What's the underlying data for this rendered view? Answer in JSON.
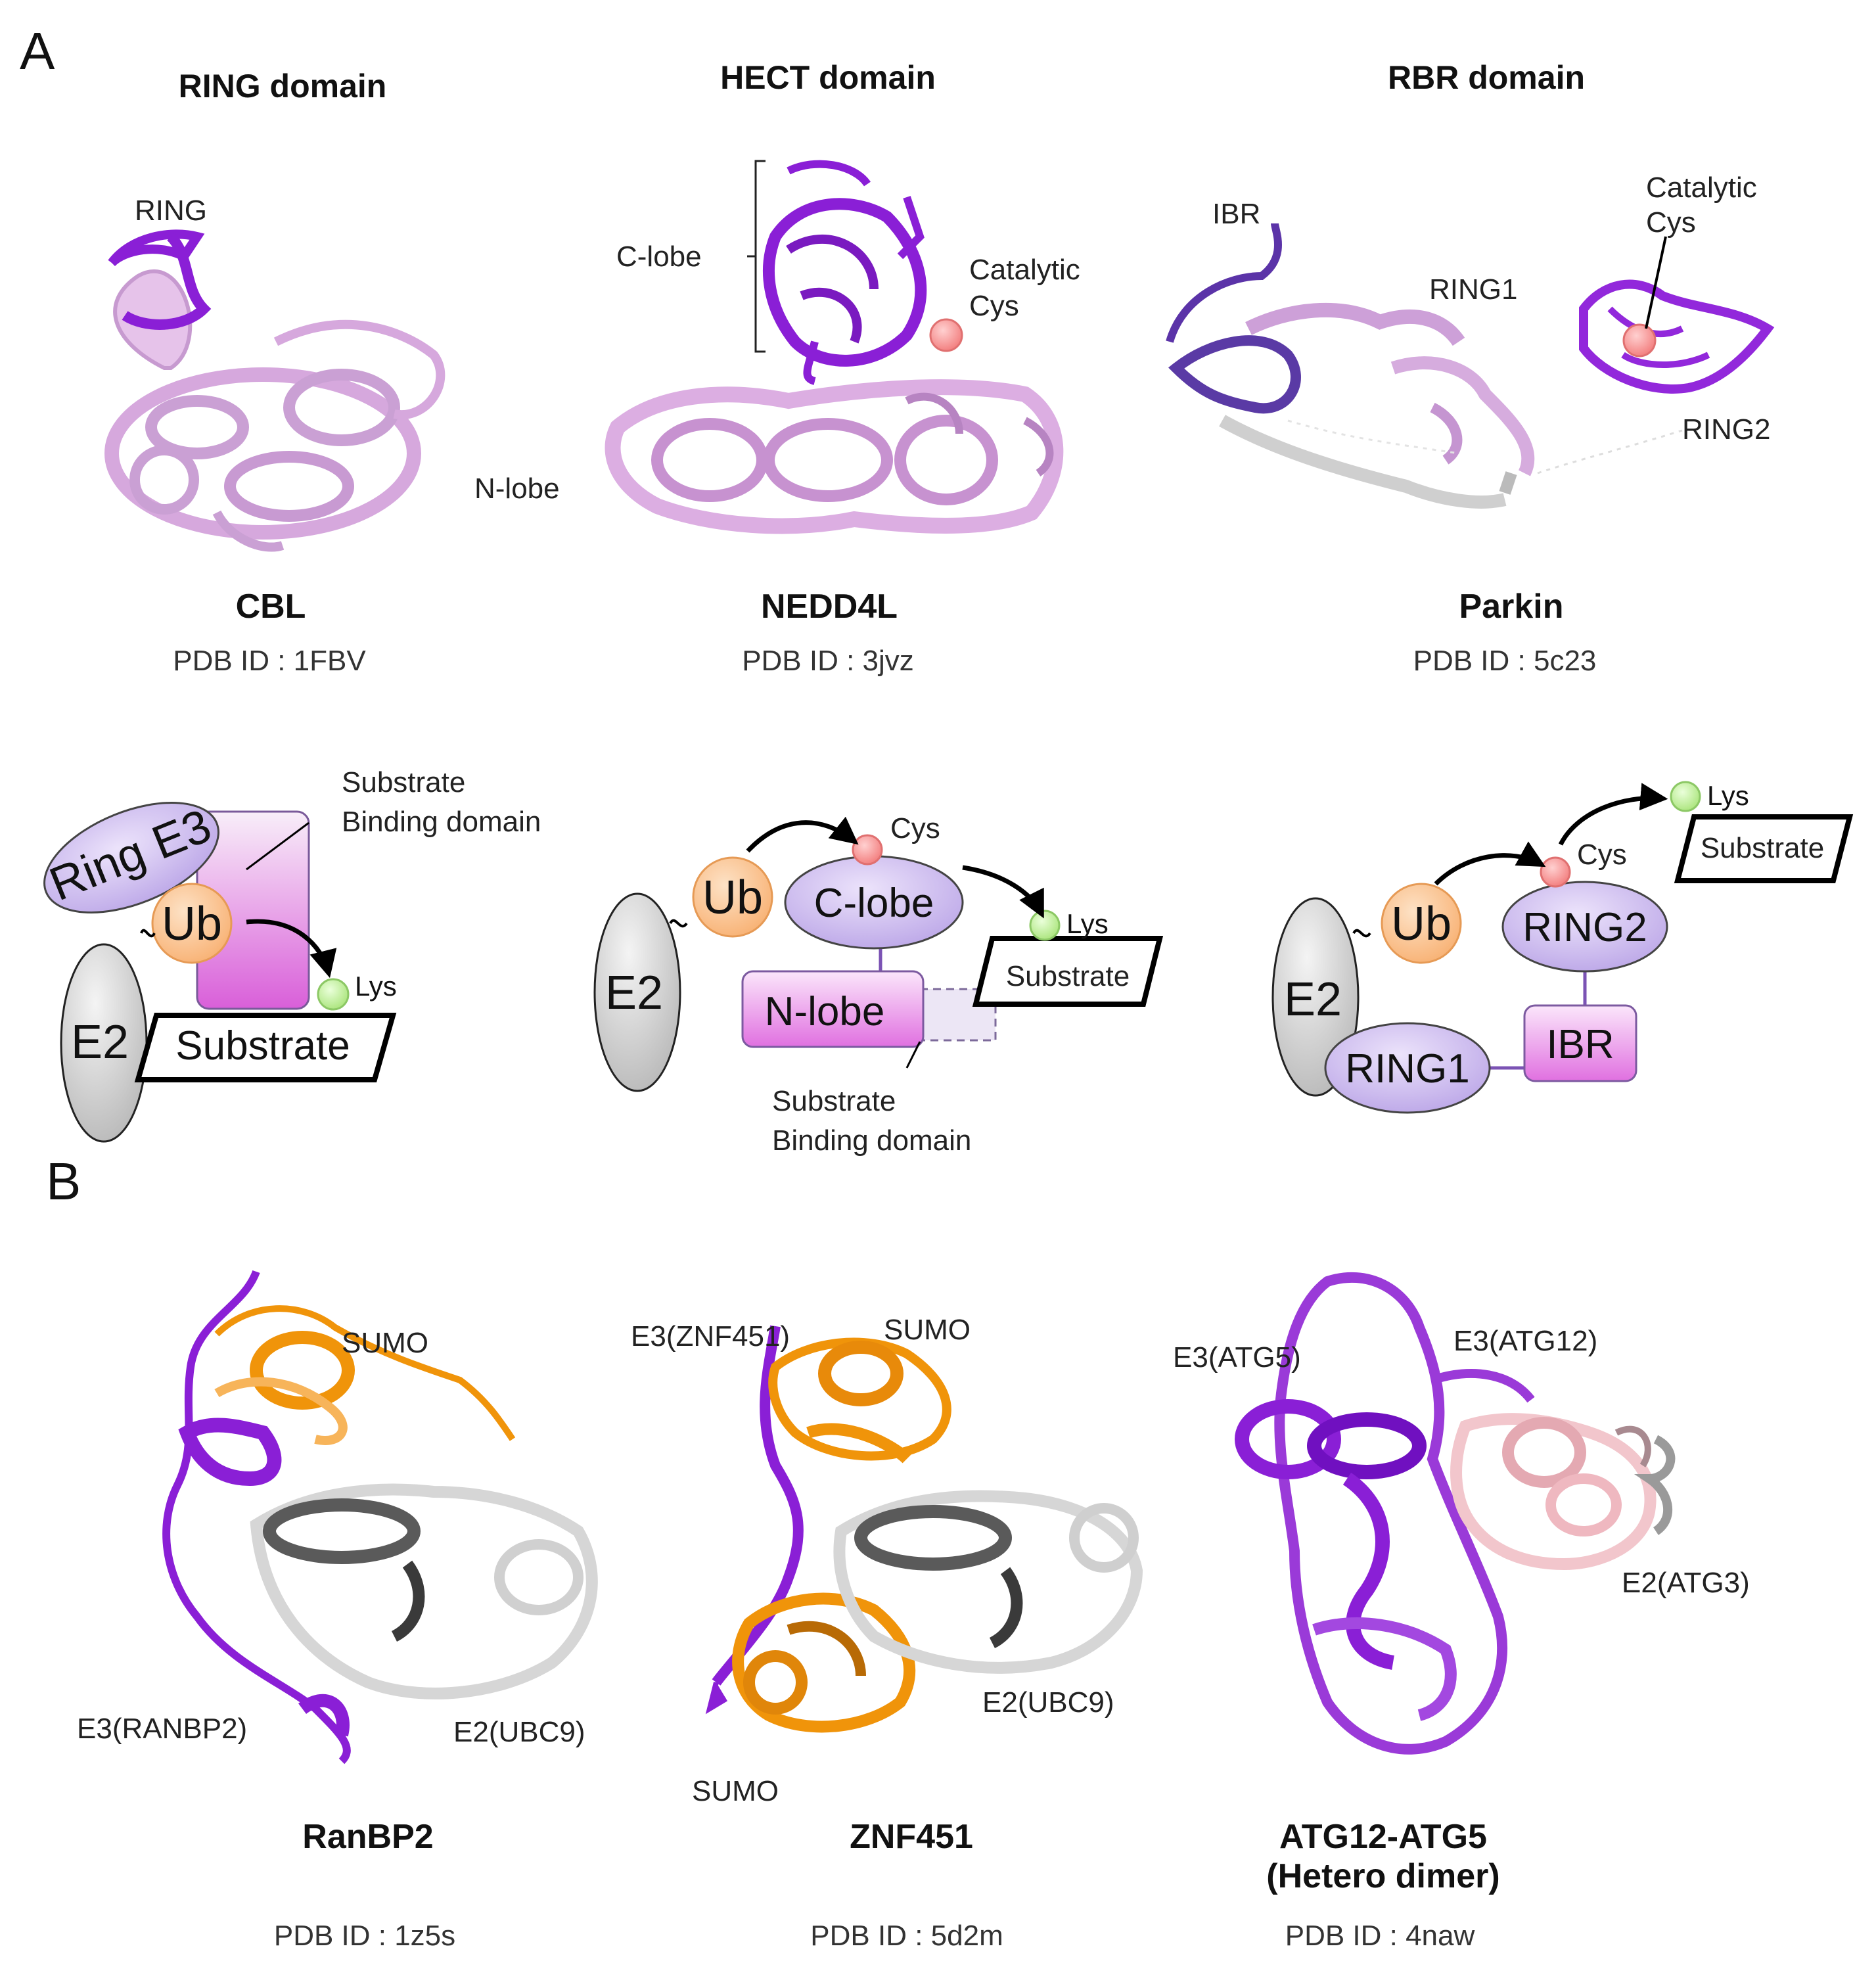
{
  "panel_a": {
    "letter": "A",
    "columns": [
      {
        "heading": "RING domain",
        "protein": "CBL",
        "pdb": "PDB ID : 1FBV",
        "structure_labels": {
          "domain": "RING"
        },
        "schematic": {
          "e3": "Ring E3",
          "ub": "Ub",
          "e2": "E2",
          "substrate": "Substrate",
          "lys": "Lys",
          "sbd_line1": "Substrate",
          "sbd_line2": "Binding domain"
        }
      },
      {
        "heading": "HECT domain",
        "protein": "NEDD4L",
        "pdb": "PDB ID : 3jvz",
        "structure_labels": {
          "c_lobe": "C-lobe",
          "n_lobe": "N-lobe",
          "cat_line1": "Catalytic",
          "cat_line2": "Cys"
        },
        "schematic": {
          "ub": "Ub",
          "e2": "E2",
          "c_lobe": "C-lobe",
          "n_lobe": "N-lobe",
          "cys": "Cys",
          "lys": "Lys",
          "substrate": "Substrate",
          "sbd_line1": "Substrate",
          "sbd_line2": "Binding domain"
        }
      },
      {
        "heading": "RBR domain",
        "protein": "Parkin",
        "pdb": "PDB ID : 5c23",
        "structure_labels": {
          "ibr": "IBR",
          "ring1": "RING1",
          "ring2": "RING2",
          "cat_line1": "Catalytic",
          "cat_line2": "Cys"
        },
        "schematic": {
          "ub": "Ub",
          "e2": "E2",
          "ring1": "RING1",
          "ring2": "RING2",
          "ibr": "IBR",
          "cys": "Cys",
          "lys": "Lys",
          "substrate": "Substrate"
        }
      }
    ]
  },
  "panel_b": {
    "letter": "B",
    "columns": [
      {
        "protein": "RanBP2",
        "pdb": "PDB ID : 1z5s",
        "labels": {
          "sumo": "SUMO",
          "e3": "E3(RANBP2)",
          "e2": "E2(UBC9)"
        }
      },
      {
        "protein": "ZNF451",
        "pdb": "PDB ID : 5d2m",
        "labels": {
          "e3": "E3(ZNF451)",
          "sumo_top": "SUMO",
          "sumo_bottom": "SUMO",
          "e2": "E2(UBC9)"
        }
      },
      {
        "protein_line1": "ATG12-ATG5",
        "protein_line2": "(Hetero dimer)",
        "pdb": "PDB ID : 4naw",
        "labels": {
          "e3_atg5": "E3(ATG5)",
          "e3_atg12": "E3(ATG12)",
          "e2": "E2(ATG3)"
        }
      }
    ]
  },
  "colors": {
    "purple": "#8a1fd6",
    "light_purple": "#e2bde8",
    "orange": "#f0940a",
    "grey": "#bdbdbd",
    "dark_grey": "#4a4a4a",
    "pink": "#f2c6cc",
    "ub_orange": "#fbbf86",
    "lavender": "#c9b8ea",
    "magenta": "#e07ee0",
    "cys_red": "#f79d9d",
    "lys_green": "#c8f2a0"
  }
}
